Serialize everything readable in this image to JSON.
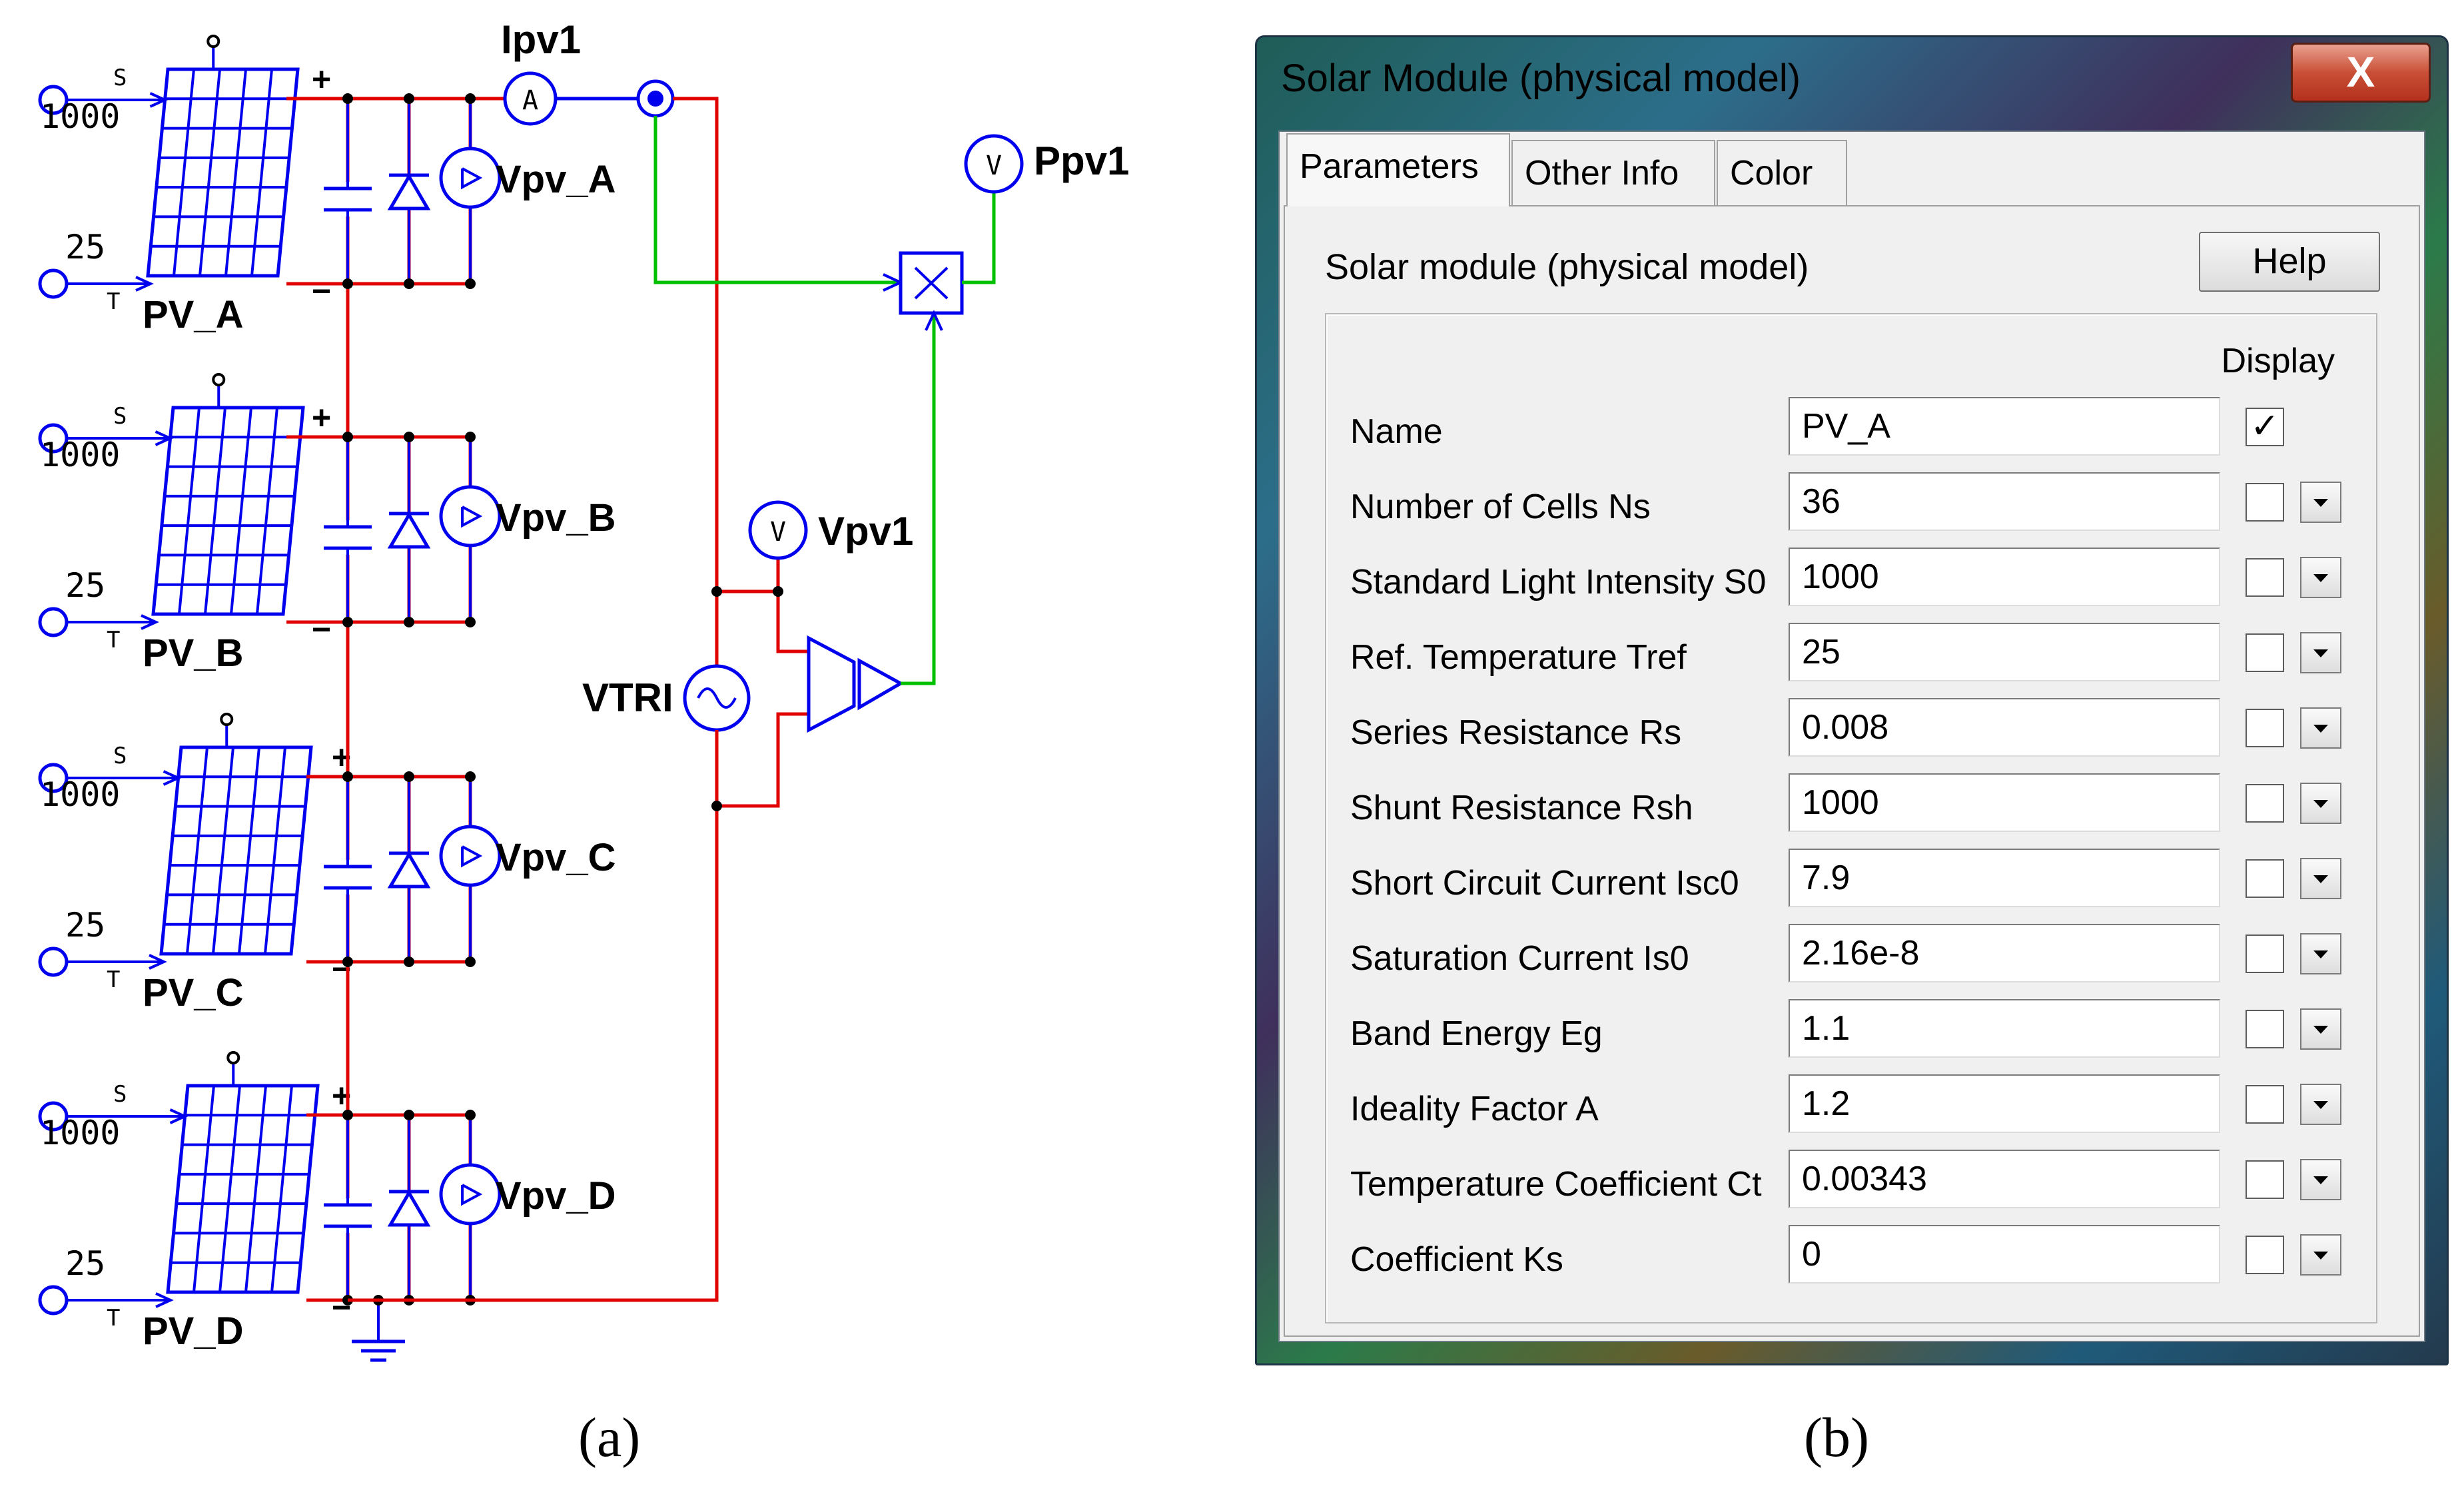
{
  "captions": {
    "a": "(a)",
    "b": "(b)"
  },
  "schematic": {
    "modules": [
      {
        "name": "PV_A",
        "s_value": "1000",
        "t_value": "25",
        "meter": "Vpv_A"
      },
      {
        "name": "PV_B",
        "s_value": "1000",
        "t_value": "25",
        "meter": "Vpv_B"
      },
      {
        "name": "PV_C",
        "s_value": "1000",
        "t_value": "25",
        "meter": "Vpv_C"
      },
      {
        "name": "PV_D",
        "s_value": "1000",
        "t_value": "25",
        "meter": "Vpv_D"
      }
    ],
    "s_port": "S",
    "t_port": "T",
    "plus": "+",
    "minus": "−",
    "ammeter_label": "Ipv1",
    "ammeter_symbol": "A",
    "power_label": "Ppv1",
    "voltmeter_label": "Vpv1",
    "voltmeter_symbol": "V",
    "source_label": "VTRI",
    "colors": {
      "wire_red": "#e00000",
      "wire_green": "#00c000",
      "component_blue": "#0000ee"
    }
  },
  "dialog": {
    "title": "Solar Module (physical model)",
    "close_symbol": "X",
    "tabs": [
      "Parameters",
      "Other Info",
      "Color"
    ],
    "active_tab": "Parameters",
    "heading": "Solar module (physical model)",
    "help_label": "Help",
    "display_label": "Display",
    "check_mark": "✓",
    "params": [
      {
        "label": "Name",
        "value": "PV_A",
        "display": true,
        "has_dropdown": false
      },
      {
        "label": "Number of Cells Ns",
        "value": "36",
        "display": false,
        "has_dropdown": true
      },
      {
        "label": "Standard Light Intensity S0",
        "value": "1000",
        "display": false,
        "has_dropdown": true
      },
      {
        "label": "Ref. Temperature Tref",
        "value": "25",
        "display": false,
        "has_dropdown": true
      },
      {
        "label": "Series Resistance Rs",
        "value": "0.008",
        "display": false,
        "has_dropdown": true
      },
      {
        "label": "Shunt Resistance Rsh",
        "value": "1000",
        "display": false,
        "has_dropdown": true
      },
      {
        "label": "Short Circuit Current Isc0",
        "value": "7.9",
        "display": false,
        "has_dropdown": true
      },
      {
        "label": "Saturation Current Is0",
        "value": "2.16e-8",
        "display": false,
        "has_dropdown": true
      },
      {
        "label": "Band Energy Eg",
        "value": "1.1",
        "display": false,
        "has_dropdown": true
      },
      {
        "label": "Ideality Factor A",
        "value": "1.2",
        "display": false,
        "has_dropdown": true
      },
      {
        "label": "Temperature Coefficient Ct",
        "value": "0.00343",
        "display": false,
        "has_dropdown": true
      },
      {
        "label": "Coefficient Ks",
        "value": "0",
        "display": false,
        "has_dropdown": true
      }
    ]
  }
}
